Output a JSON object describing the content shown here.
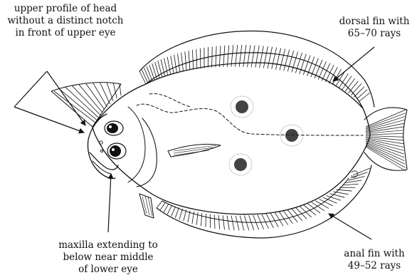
{
  "labels": {
    "head_profile": [
      "upper profile of head",
      "without a distinct notch",
      "in front of upper eye"
    ],
    "dorsal_fin": [
      "dorsal fin with",
      "65–70 rays"
    ],
    "maxilla": [
      "maxilla extending to",
      "below near middle",
      "of lower eye"
    ],
    "anal_fin": [
      "anal fin with",
      "49–52 rays"
    ]
  }
}
